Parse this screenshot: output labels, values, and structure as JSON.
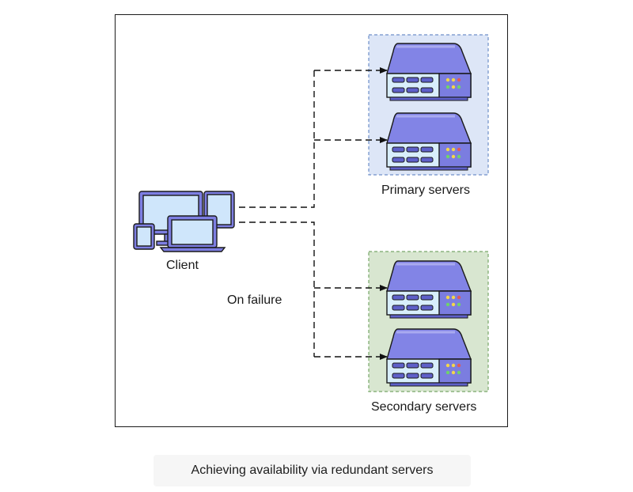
{
  "diagram": {
    "client_label": "Client",
    "failure_label": "On failure",
    "primary_group_label": "Primary servers",
    "secondary_group_label": "Secondary servers",
    "primary_group_color": "#dde6f7",
    "secondary_group_color": "#d8e6d0",
    "server_color": "#7d7ee2",
    "device_color": "#7d7ee2",
    "screen_color": "#cfe6fb"
  },
  "caption": "Achieving availability via redundant servers"
}
